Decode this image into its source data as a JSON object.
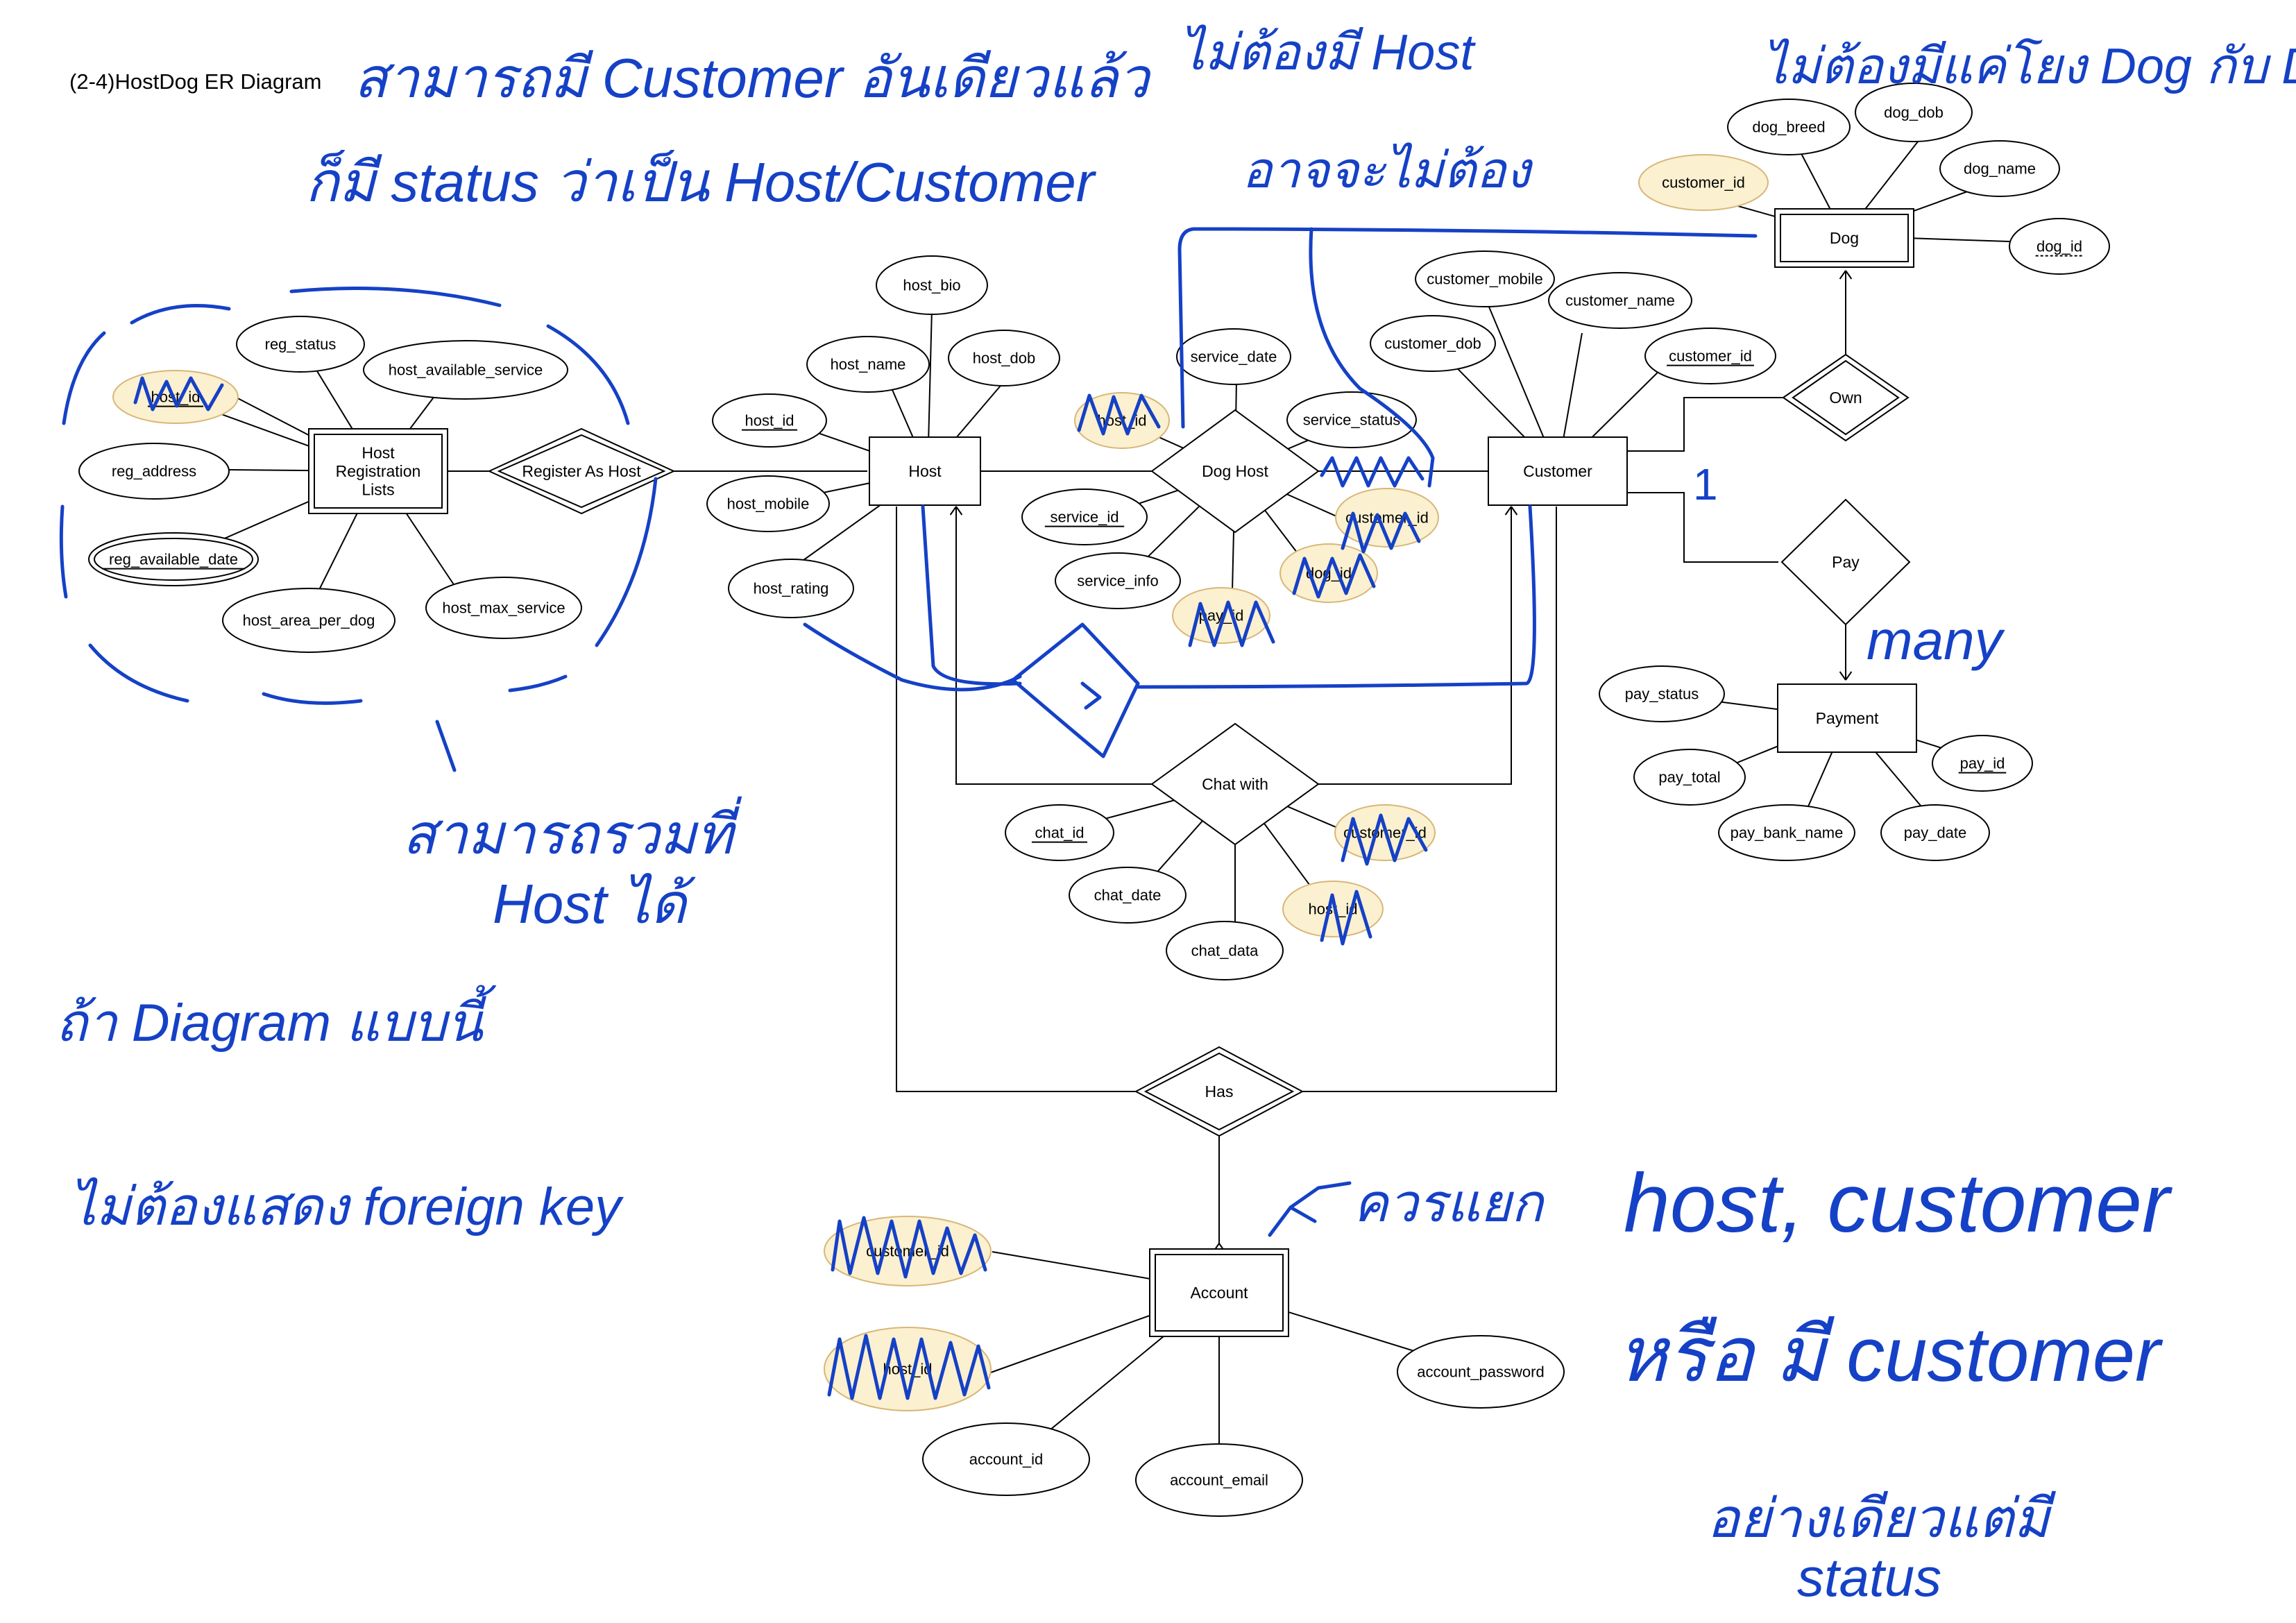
{
  "title": "(2-4)HostDog ER Diagram",
  "colors": {
    "line": "#000000",
    "highlight": "#fbf0cf",
    "highlight_stroke": "#d7b779",
    "ink": "#1541c6"
  },
  "entities": {
    "host_registration_lists": "Host\nRegistration\nLists",
    "host": "Host",
    "customer": "Customer",
    "dog": "Dog",
    "payment": "Payment",
    "account": "Account"
  },
  "relationships": {
    "register_as_host": "Register As Host",
    "dog_host": "Dog Host",
    "own": "Own",
    "pay": "Pay",
    "chat_with": "Chat with",
    "has": "Has"
  },
  "attributes": {
    "reg_status": "reg_status",
    "host_available_service": "host_available_service",
    "host_id": "host_id",
    "reg_address": "reg_address",
    "reg_available_date": "reg_available_date",
    "host_area_per_dog": "host_area_per_dog",
    "host_max_service": "host_max_service",
    "host_bio": "host_bio",
    "host_name": "host_name",
    "host_dob": "host_dob",
    "host_mobile": "host_mobile",
    "host_rating": "host_rating",
    "service_date": "service_date",
    "service_status": "service_status",
    "service_id": "service_id",
    "service_info": "service_info",
    "customer_id": "customer_id",
    "dog_id": "dog_id",
    "pay_id": "pay_id",
    "customer_mobile": "customer_mobile",
    "customer_name": "customer_name",
    "customer_dob": "customer_dob",
    "dog_breed": "dog_breed",
    "dog_dob": "dog_dob",
    "dog_name": "dog_name",
    "pay_status": "pay_status",
    "pay_total": "pay_total",
    "pay_bank_name": "pay_bank_name",
    "pay_date": "pay_date",
    "chat_id": "chat_id",
    "chat_date": "chat_date",
    "chat_data": "chat_data",
    "account_id": "account_id",
    "account_email": "account_email",
    "account_password": "account_password"
  },
  "cardinality": {
    "one": "1",
    "many": "many"
  },
  "handwritten_notes": [
    "สามารถมี Customer อันเดียวแล้ว",
    "ไม่ต้องมี Host",
    "ไม่ต้องมีแค่โยง Dog กับ Dog host",
    "ก็มี status ว่าเป็น Host/Customer",
    "อาจจะไม่ต้อง",
    "สามารถรวมที่",
    "Host ได้",
    "ถ้า Diagram แบบนี้",
    "ไม่ต้องแสดง foreign key",
    "ควรแยก",
    "host, customer",
    "หรือ มี customer",
    "อย่างเดียวแต่มี",
    "status"
  ]
}
